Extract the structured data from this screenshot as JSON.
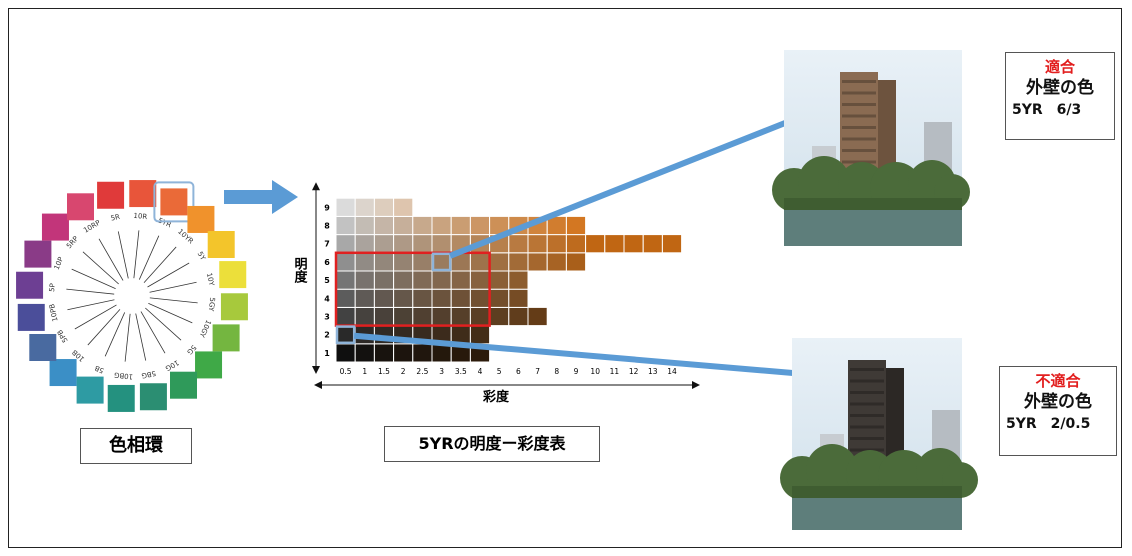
{
  "hue_wheel": {
    "caption": "色相環",
    "hue_labels": [
      "5R",
      "10R",
      "5YR",
      "10YR",
      "5Y",
      "10Y",
      "5GY",
      "10GY",
      "5G",
      "10G",
      "5BG",
      "10BG",
      "5B",
      "10B",
      "5PB",
      "10PB",
      "5P",
      "10P",
      "5RP",
      "10RP"
    ],
    "swatch_colors": [
      "#e03a3a",
      "#e8553a",
      "#ea6a38",
      "#f0922c",
      "#f3c52b",
      "#ecdf3a",
      "#a7c93c",
      "#74b640",
      "#3fa947",
      "#2f9a5a",
      "#2b8e72",
      "#24917f",
      "#2e9ba3",
      "#3b8fc6",
      "#496aa0",
      "#4b4e9a",
      "#6d3f93",
      "#8a3b87",
      "#c2357a",
      "#d8476f"
    ],
    "selected_hue": "5YR"
  },
  "chart": {
    "caption": "5YRの明度ー彩度表",
    "y_axis_label": "明度",
    "x_axis_label": "彩度",
    "y_ticks": [
      "1",
      "2",
      "3",
      "4",
      "5",
      "6",
      "7",
      "8",
      "9"
    ],
    "x_ticks": [
      "0.5",
      "1",
      "1.5",
      "2",
      "2.5",
      "3",
      "3.5",
      "4",
      "5",
      "6",
      "7",
      "8",
      "9",
      "10",
      "11",
      "12",
      "13",
      "14"
    ],
    "hue_rgb": [
      227,
      121,
      22
    ],
    "row_lengths": [
      8,
      8,
      11,
      10,
      10,
      13,
      18,
      13,
      4
    ],
    "highlight_region": {
      "value_range": [
        3,
        6
      ],
      "chroma_range": [
        "0.5",
        "4"
      ]
    },
    "selected_good": {
      "value": 6,
      "chroma": "3"
    },
    "selected_bad": {
      "value": 2,
      "chroma": "0.5"
    }
  },
  "results": [
    {
      "verdict": "適合",
      "wall_label": "外壁の色",
      "code": "5YR　6/3",
      "building_color": "#8a6b52",
      "building_shade": "#6d533e"
    },
    {
      "verdict": "不適合",
      "wall_label": "外壁の色",
      "code": "5YR　2/0.5",
      "building_color": "#3f3a36",
      "building_shade": "#2c2825"
    }
  ],
  "colors": {
    "arrow": "#5b9bd5",
    "highlight": "#e02020",
    "select_box": "#8fb4d9"
  }
}
